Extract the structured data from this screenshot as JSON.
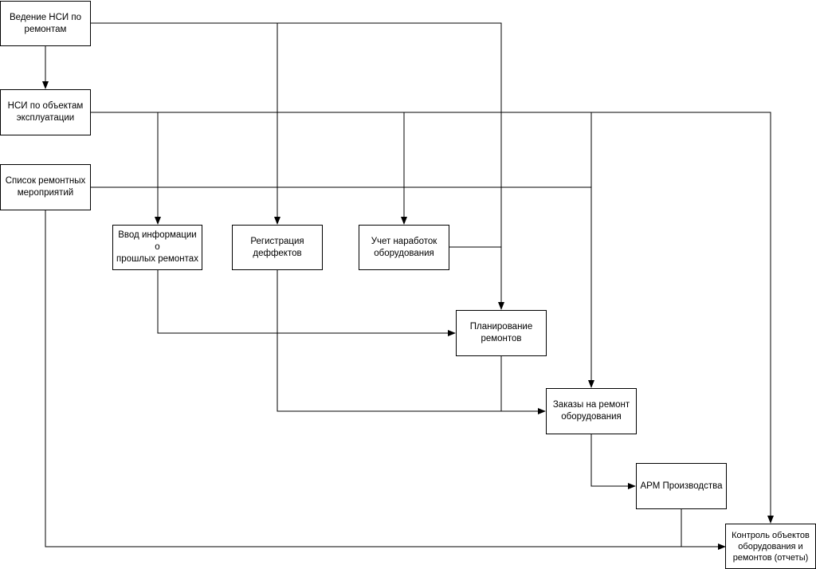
{
  "colors": {
    "stroke": "#000000",
    "fill": "#ffffff",
    "text": "#000000"
  },
  "nodes": {
    "nsi_repairs": "Ведение НСИ по\nремонтам",
    "nsi_objects": "НСИ по объектам\nэксплуатации",
    "repair_list": "Список ремонтных\nмероприятий",
    "past_repairs": "Ввод информации о\nпрошлых ремонтах",
    "defects": "Регистрация\nдеффектов",
    "runtime": "Учет наработок\nоборудования",
    "planning": "Планирование\nремонтов",
    "orders": "Заказы на ремонт\nоборудования",
    "arm": "АРМ Производства",
    "control": "Контроль объектов\nоборудования и\nремонтов (отчеты)"
  }
}
